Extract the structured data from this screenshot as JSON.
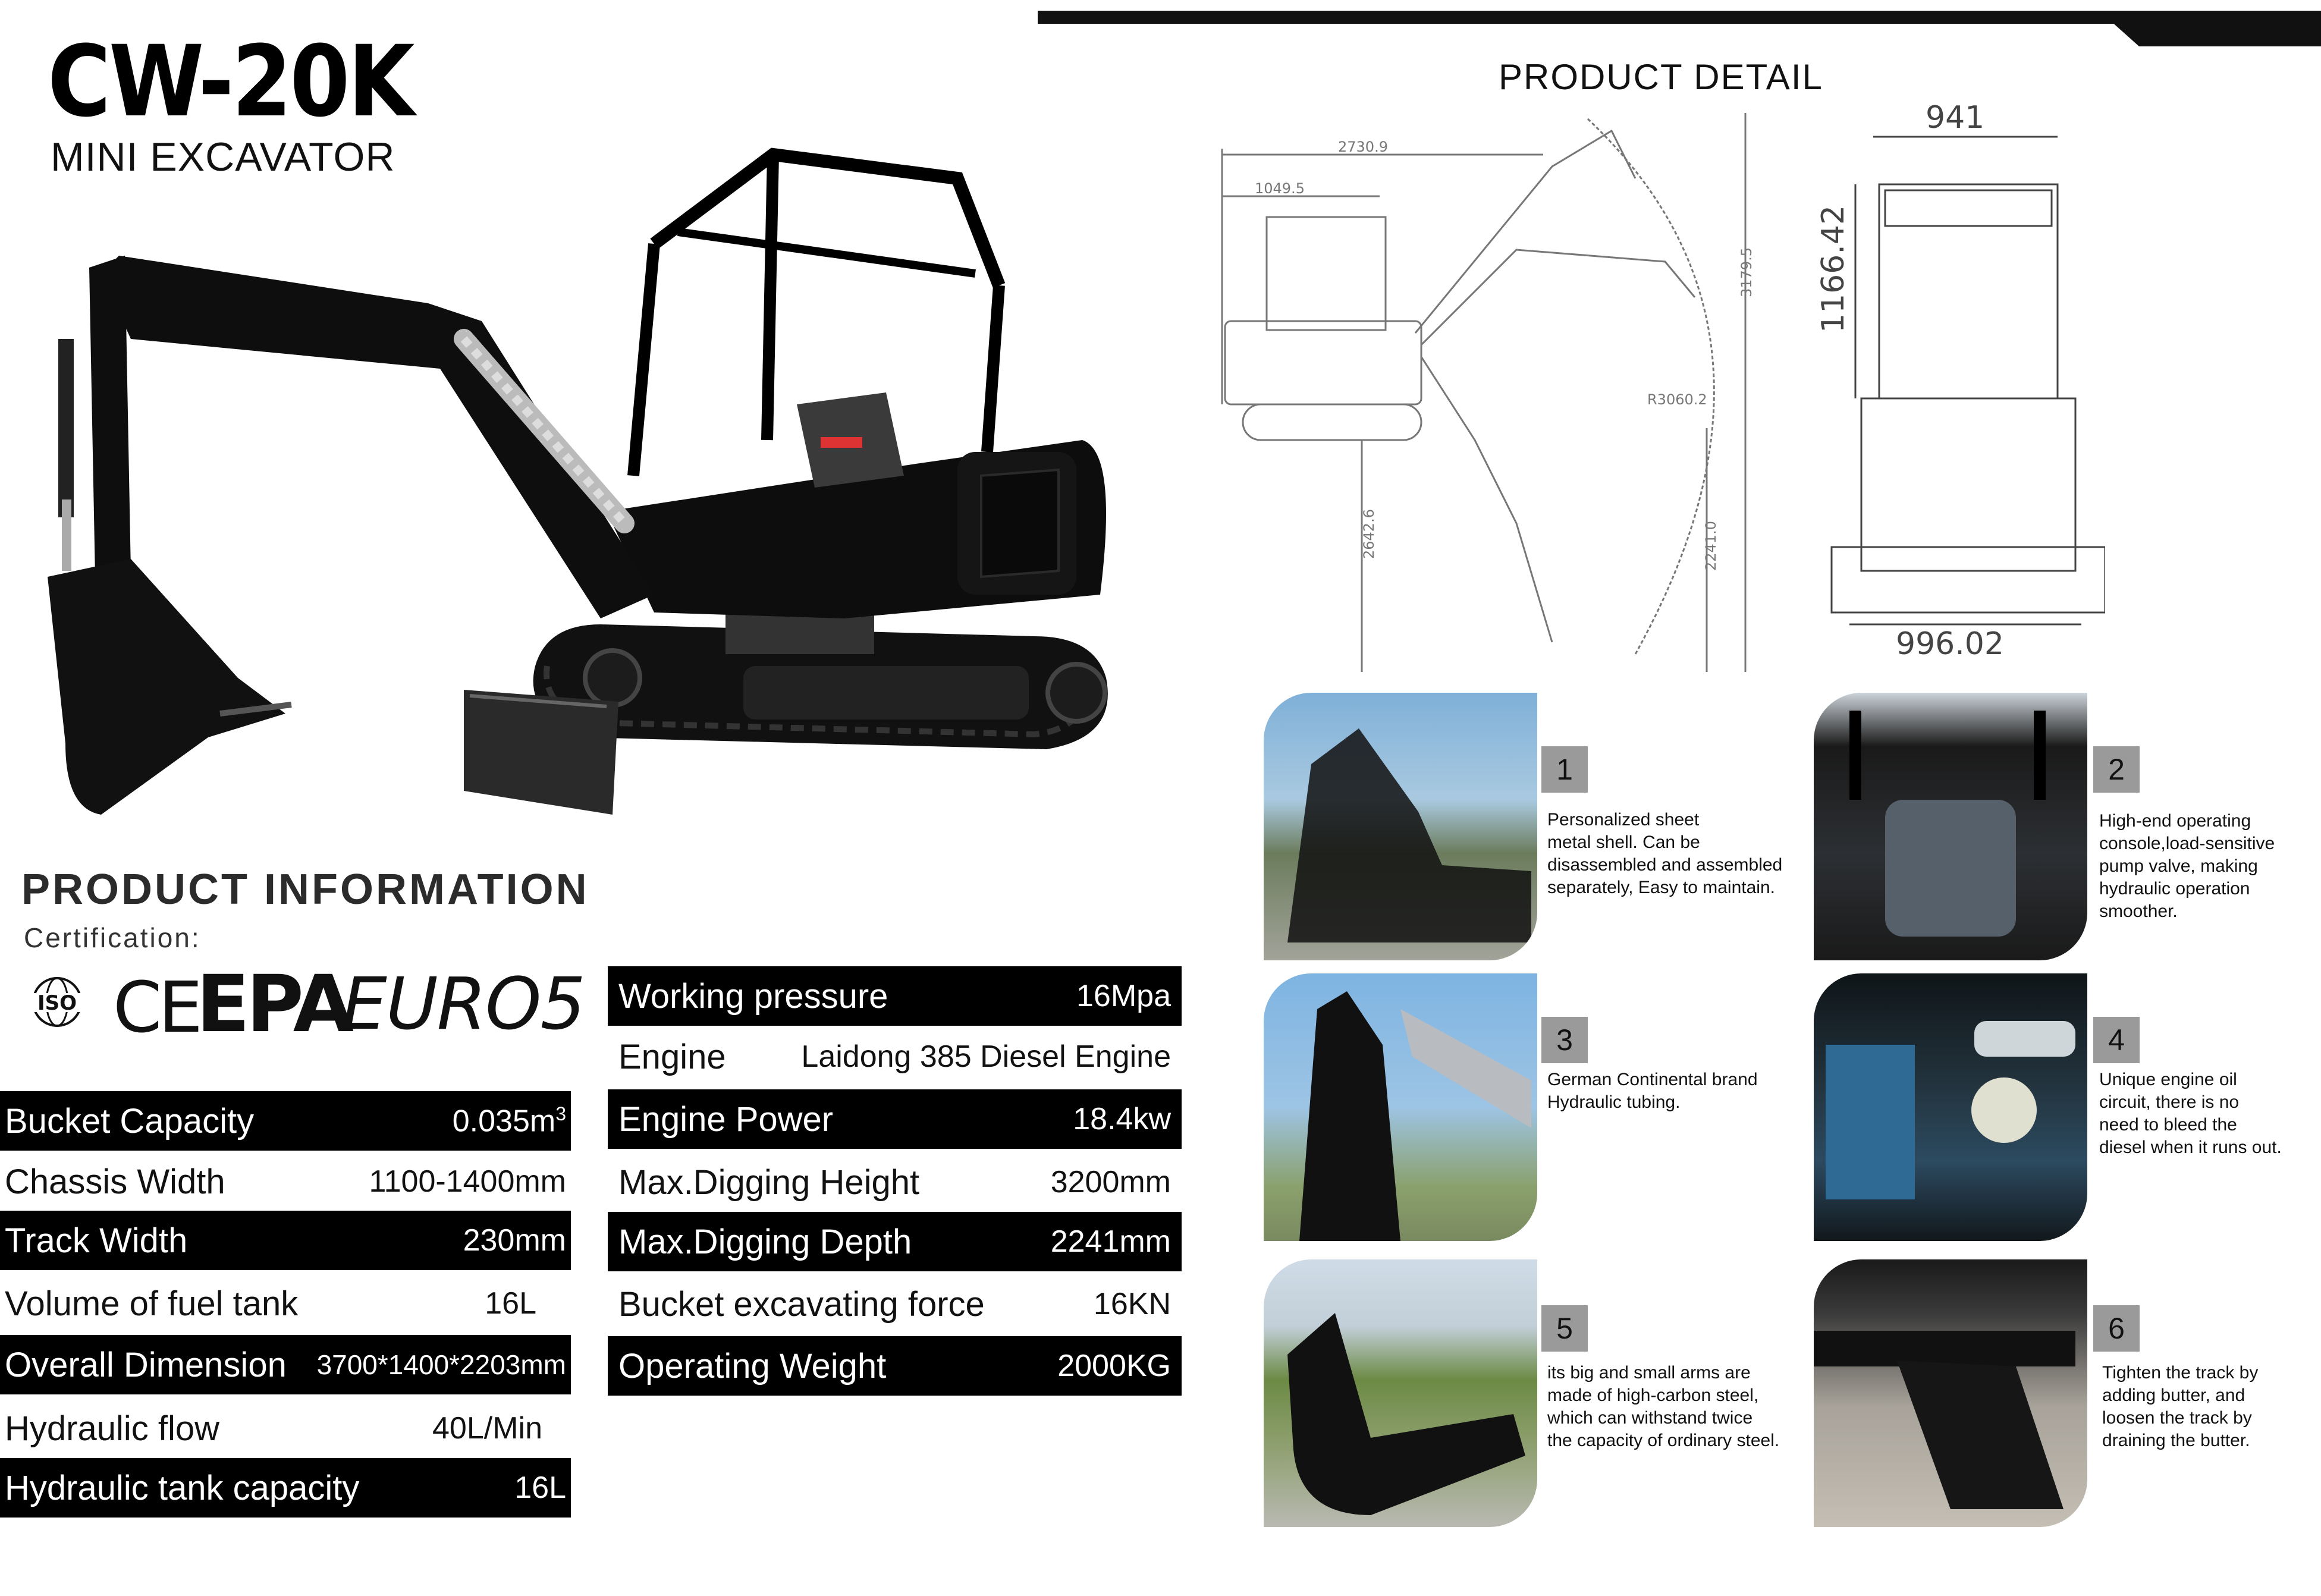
{
  "header": {
    "model": "CW-20K",
    "subtitle": "MINI  EXCAVATOR"
  },
  "product_info": {
    "heading": "PRODUCT  INFORMATION",
    "certification_label": "Certification:",
    "certifications": [
      "ISO",
      "CE",
      "EPA",
      "EURO5"
    ]
  },
  "specs_left": [
    {
      "label": "Bucket Capacity",
      "value": "0.035m",
      "sup": "3",
      "style": "dark"
    },
    {
      "label": "Chassis Width",
      "value": "1100-1400mm",
      "style": "light"
    },
    {
      "label": "Track Width",
      "value": "230mm",
      "style": "dark"
    },
    {
      "label": "Volume of fuel tank",
      "value": "16L",
      "style": "light"
    },
    {
      "label": "Overall Dimension",
      "value": "3700*1400*2203mm",
      "style": "dark"
    },
    {
      "label": "Hydraulic flow",
      "value": "40L/Min",
      "style": "light"
    },
    {
      "label": "Hydraulic tank capacity",
      "value": "16L",
      "style": "dark"
    }
  ],
  "specs_right": [
    {
      "label": "Working pressure",
      "value": "16Mpa",
      "style": "dark"
    },
    {
      "label": "Engine",
      "value": "Laidong 385 Diesel Engine",
      "style": "light"
    },
    {
      "label": "Engine Power",
      "value": "18.4kw",
      "style": "dark"
    },
    {
      "label": "Max.Digging Height",
      "value": "3200mm",
      "style": "light"
    },
    {
      "label": "Max.Digging Depth",
      "value": "2241mm",
      "style": "dark"
    },
    {
      "label": "Bucket excavating force",
      "value": "16KN",
      "style": "light"
    },
    {
      "label": "Operating Weight",
      "value": "2000KG",
      "style": "dark"
    }
  ],
  "product_detail": {
    "title": "PRODUCT DETAIL",
    "side_dims": [
      "2730.9",
      "1049.5",
      "3179.5",
      "R3060.2",
      "2642.6",
      "2241.0"
    ],
    "front_dims": [
      "941",
      "1166.42",
      "996.02"
    ]
  },
  "features": [
    {
      "num": "1",
      "text": "Personalized sheet\nmetal shell. Can be\ndisassembled and assembled\nseparately, Easy to maintain."
    },
    {
      "num": "2",
      "text": "High-end operating\nconsole,load-sensitive\npump valve, making\nhydraulic operation\nsmoother."
    },
    {
      "num": "3",
      "text": "German Continental brand\n Hydraulic tubing."
    },
    {
      "num": "4",
      "text": "Unique engine oil\ncircuit, there is no\n need to bleed the\ndiesel when it runs out."
    },
    {
      "num": "5",
      "text": "its big and small arms are\nmade of high-carbon steel,\nwhich can withstand twice\nthe capacity of ordinary steel."
    },
    {
      "num": "6",
      "text": "Tighten the track by\nadding butter, and\nloosen the track by\ndraining the butter."
    }
  ]
}
